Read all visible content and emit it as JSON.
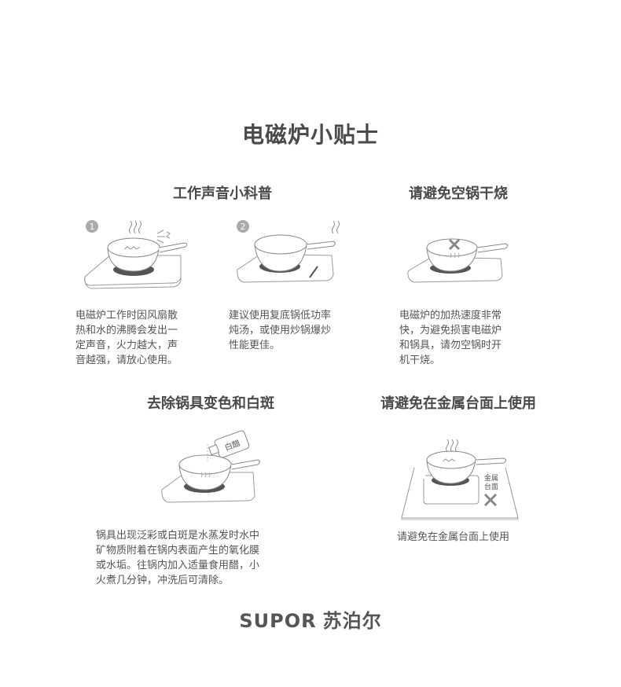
{
  "title": "电磁炉小贴士",
  "sections": [
    {
      "heading": "工作声音小科普",
      "steps": [
        {
          "badge": "1",
          "text": "电磁炉工作时因风扇散\n热和水的沸腾会发出一\n定声音，火力越大，声\n音越强，请放心使用。"
        },
        {
          "badge": "2",
          "text": "建议使用复底锅低功率\n炖汤，或使用炒锅爆炒\n性能更佳。"
        }
      ]
    },
    {
      "heading": "请避免空锅干烧",
      "text": "电磁炉的加热速度非常\n快，为避免损害电磁炉\n和锅具，请勿空锅时开\n机干烧。"
    },
    {
      "heading": "去除锅具变色和白斑",
      "bottle_label": "白醋",
      "text": "锅具出现泛彩或白斑是水蒸发时水中\n矿物质附着在锅内表面产生的氧化膜\n或水垢。往锅内加入适量食用醋，小\n火煮几分钟，冲洗后可清除。"
    },
    {
      "heading": "请避免在金属台面上使用",
      "surface_label": "金属\n台面",
      "text": "请避免在金属台面上使用"
    }
  ],
  "brand": {
    "latin": "SUPOR",
    "chinese": "苏泊尔"
  }
}
